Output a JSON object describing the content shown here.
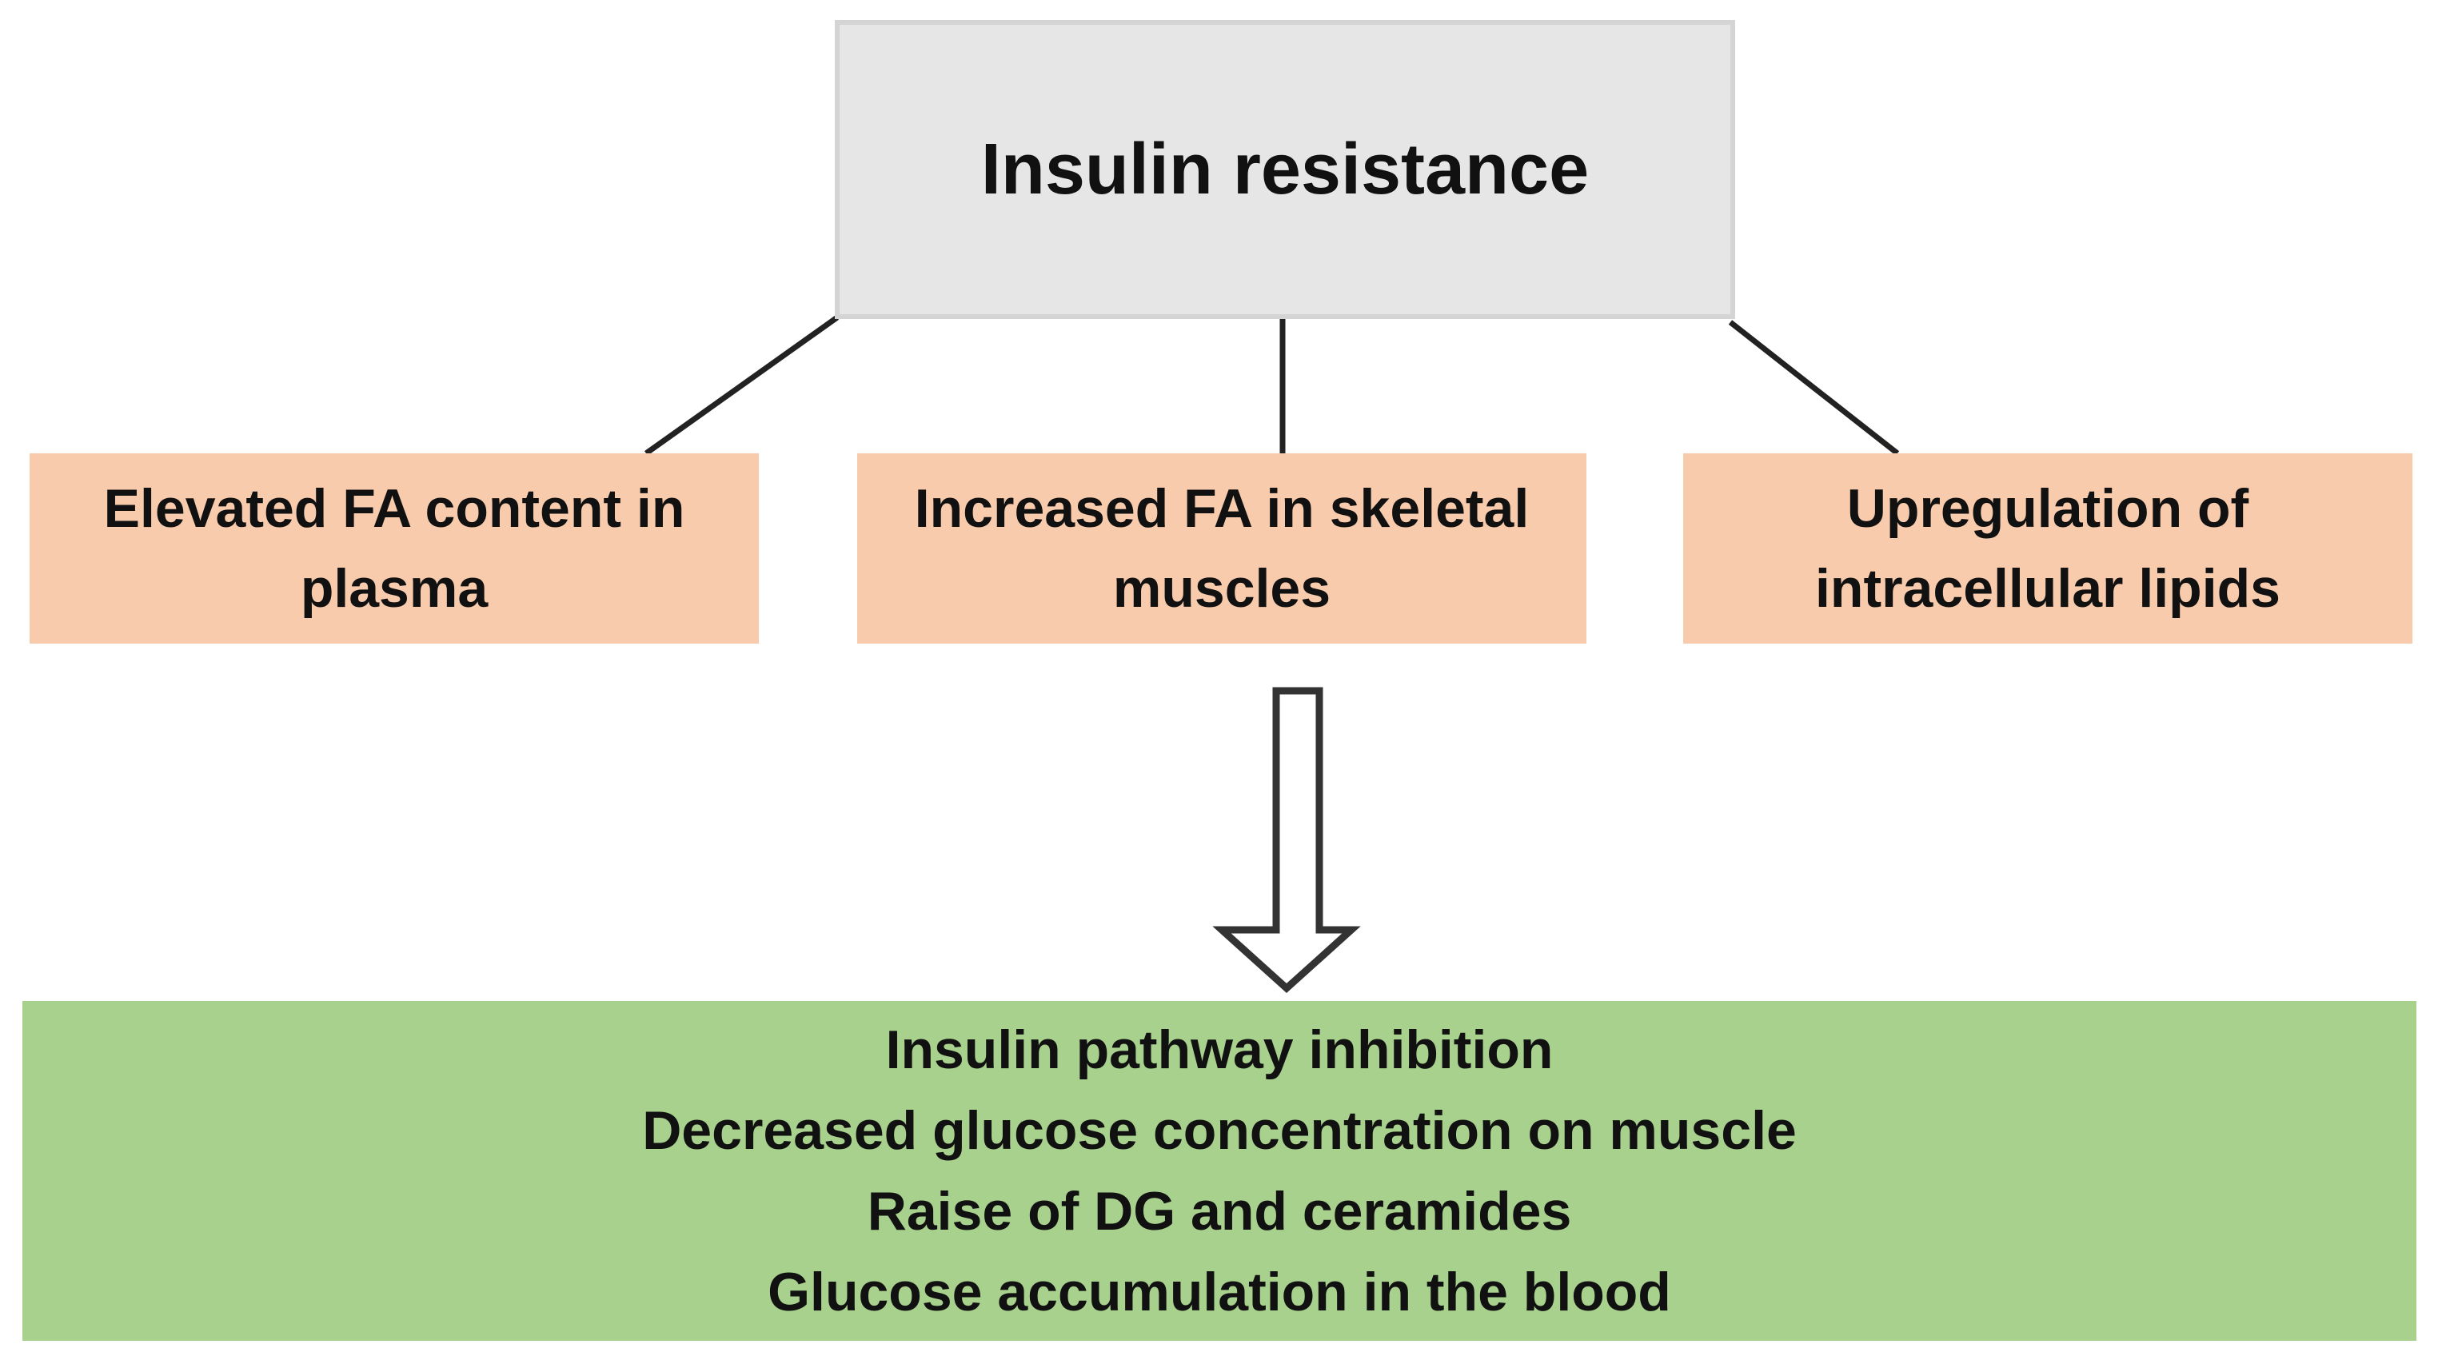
{
  "diagram": {
    "top_node": {
      "label": "Insulin resistance"
    },
    "middle_nodes": [
      {
        "lines": [
          "Elevated FA content in",
          "plasma"
        ]
      },
      {
        "lines": [
          "Increased FA in skeletal",
          "muscles"
        ]
      },
      {
        "lines": [
          "Upregulation of",
          "intracellular lipids"
        ]
      }
    ],
    "bottom_node": {
      "lines": [
        "Insulin pathway inhibition",
        "Decreased glucose concentration on muscle",
        "Raise of DG and ceramides",
        "Glucose accumulation in the blood"
      ]
    },
    "colors": {
      "top_fill": "#e7e6e6",
      "top_border": "#d4d4d4",
      "middle_fill": "#f8cbad",
      "bottom_fill": "#a9d18e",
      "line": "#222222",
      "arrow_fill": "#ffffff",
      "arrow_stroke": "#333333"
    }
  }
}
